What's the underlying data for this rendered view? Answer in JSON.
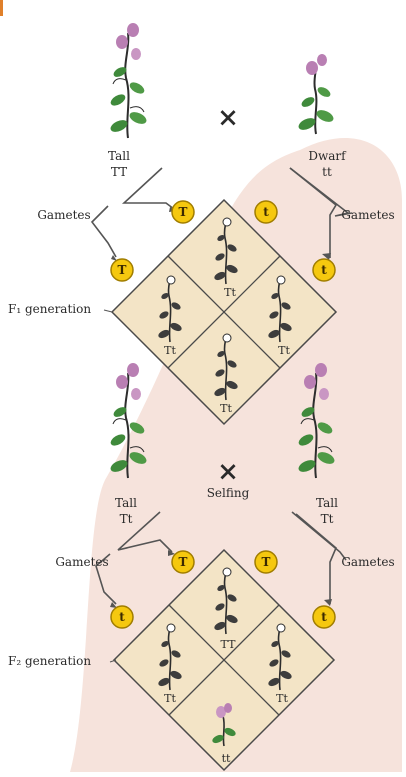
{
  "cross1": {
    "parent_left": {
      "phenotype": "Tall",
      "genotype": "TT"
    },
    "parent_right": {
      "phenotype": "Dwarf",
      "genotype": "tt"
    },
    "cross_symbol": "×",
    "gametes_label": "Gametes",
    "gametes_left": [
      "T",
      "T"
    ],
    "gametes_right": [
      "t",
      "t"
    ],
    "generation_label": "F₁ generation",
    "offspring": [
      "Tt",
      "Tt",
      "Tt",
      "Tt"
    ]
  },
  "cross2": {
    "parent_left": {
      "phenotype": "Tall",
      "genotype": "Tt"
    },
    "parent_right": {
      "phenotype": "Tall",
      "genotype": "Tt"
    },
    "cross_symbol": "×",
    "cross_label": "Selfing",
    "gametes_label": "Gametes",
    "gametes_left": [
      "T",
      "t"
    ],
    "gametes_right": [
      "T",
      "t"
    ],
    "generation_label": "F₂ generation",
    "offspring": [
      "TT",
      "Tt",
      "Tt",
      "tt"
    ]
  },
  "colors": {
    "background_tint": "#f6e3dc",
    "grid_fill": "#f3e4c6",
    "gamete_fill": "#f5c80f",
    "gamete_stroke": "#a07d00",
    "flower": "#b97fb3",
    "leaf": "#3f8a3b",
    "stem": "#2d2d2d"
  },
  "icons": [
    "pea-plant-icon",
    "gamete-circle-icon",
    "cross-icon"
  ]
}
